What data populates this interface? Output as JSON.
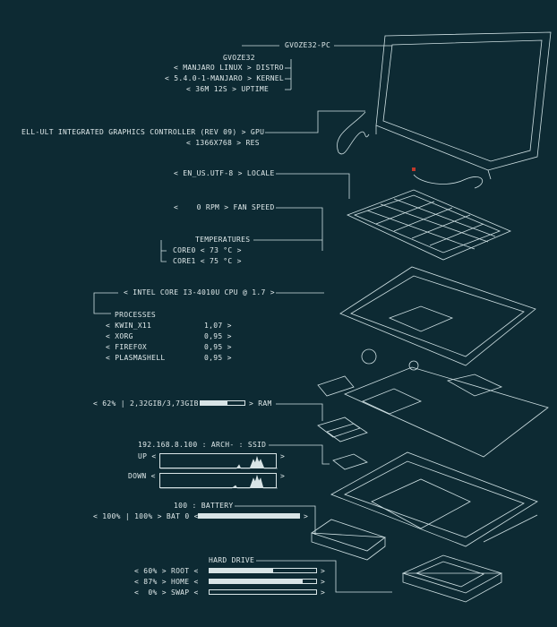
{
  "host": {
    "computer": "GVOZE32-PC",
    "user": "GVOZE32",
    "distro_value": "MANJARO LINUX",
    "distro_label": "DISTRO",
    "kernel_value": "5.4.0-1-MANJARO",
    "kernel_label": "KERNEL",
    "uptime_value": "36M 12S",
    "uptime_label": "UPTIME"
  },
  "gpu": {
    "name": "ELL-ULT INTEGRATED GRAPHICS CONTROLLER (REV 09)",
    "label": "GPU",
    "res_value": "1366X768",
    "res_label": "RES"
  },
  "locale": {
    "value": "EN_US.UTF-8",
    "label": "LOCALE"
  },
  "fan": {
    "value": "0 RPM",
    "label": "FAN SPEED"
  },
  "temperatures": {
    "title": "TEMPERATURES",
    "cores": [
      {
        "label": "CORE0",
        "value": "73 °C"
      },
      {
        "label": "CORE1",
        "value": "75 °C"
      }
    ]
  },
  "cpu": {
    "name": "INTEL CORE I3-4010U CPU @ 1.7"
  },
  "processes": {
    "title": "PROCESSES",
    "items": [
      {
        "name": "KWIN_X11",
        "value": "1,07"
      },
      {
        "name": "XORG",
        "value": "0,95"
      },
      {
        "name": "FIREFOX",
        "value": "0,95"
      },
      {
        "name": "PLASMASHELL",
        "value": "0,95"
      }
    ]
  },
  "ram": {
    "percent": "62%",
    "usage": "2,32GIB/3,73GIB",
    "label": "RAM",
    "fraction": 0.62
  },
  "network": {
    "ip": "192.168.8.100",
    "arch": "ARCH-",
    "ssid_label": "SSID",
    "up_label": "UP",
    "down_label": "DOWN"
  },
  "battery": {
    "value": "100",
    "label": "BATTERY",
    "charge": "100%",
    "charge2": "100%",
    "bat_label": "BAT 0",
    "fraction": 1.0
  },
  "drives": {
    "title": "HARD DRIVE",
    "items": [
      {
        "percent": "60%",
        "label": "ROOT",
        "fraction": 0.6
      },
      {
        "percent": "87%",
        "label": "HOME",
        "fraction": 0.87
      },
      {
        "percent": "0%",
        "label": "SWAP",
        "fraction": 0.0
      }
    ]
  }
}
